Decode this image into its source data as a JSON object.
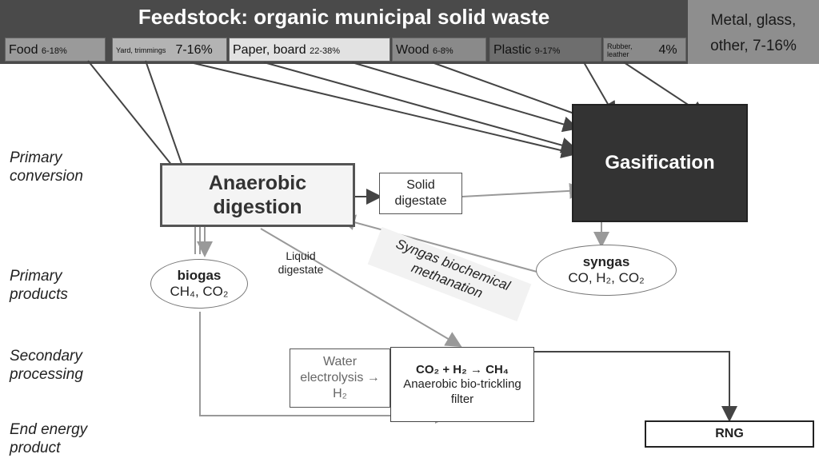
{
  "feedstock": {
    "title": "Feedstock: organic municipal solid waste",
    "metal": "Metal, glass, other, 7-16%",
    "categories": [
      {
        "name": "Food",
        "pct": "6-18%"
      },
      {
        "name": "Yard, trimmings",
        "pct": "7-16%"
      },
      {
        "name": "Paper, board",
        "pct": "22-38%"
      },
      {
        "name": "Wood",
        "pct": "6-8%"
      },
      {
        "name": "Plastic",
        "pct": "9-17%"
      },
      {
        "name": "Rubber, leather",
        "pct": "4%"
      }
    ]
  },
  "stages": {
    "primary_conversion": "Primary conversion",
    "primary_products": "Primary products",
    "secondary_processing": "Secondary processing",
    "end_energy_product": "End energy product"
  },
  "nodes": {
    "anaerobic": "Anaerobic digestion",
    "gasification": "Gasification",
    "solid_digestate": "Solid digestate",
    "liquid_digestate": "Liquid digestate",
    "methanation": "Syngas biochemical methanation",
    "biogas": "biogas",
    "biogas_comp": "CH₄, CO₂",
    "syngas": "syngas",
    "syngas_comp": "CO, H₂, CO₂",
    "electrolysis": "Water electrolysis → H₂",
    "reaction": "CO₂ + H₂ → CH₄",
    "filter": "Anaerobic bio-trickling filter",
    "rng": "RNG"
  },
  "colors": {
    "title_bar": "#4a4a4a",
    "gasification": "#333333",
    "arrow": "#444444"
  }
}
